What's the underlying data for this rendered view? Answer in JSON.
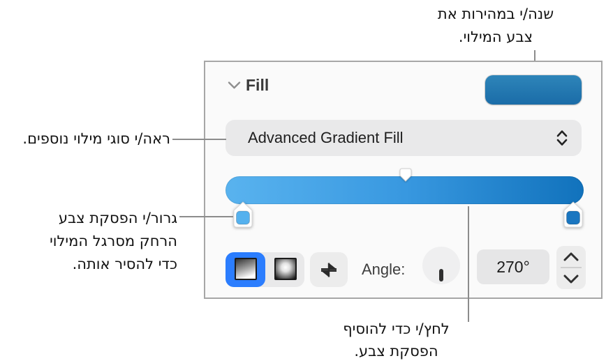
{
  "callouts": {
    "change_color": {
      "line1": "שנה/י במהירות את",
      "line2": "צבע המילוי."
    },
    "more_fill_types": {
      "text": "ראה/י סוגי מילוי נוספים."
    },
    "drag_stop": {
      "line1": "גרור/י הפסקת צבע",
      "line2": "הרחק מסרגל המילוי",
      "line3": "כדי להסיר אותה."
    },
    "add_stop": {
      "line1": "לחץ/י כדי להוסיף",
      "line2": "הפסקת צבע."
    }
  },
  "panel": {
    "header": {
      "title": "Fill"
    },
    "color_well": {
      "gradient_top": "#2e85b9",
      "gradient_bottom": "#1a6ca8"
    },
    "fill_type_popup": {
      "selected": "Advanced Gradient Fill"
    },
    "gradient_slider": {
      "bar_color_left": "#59b3ef",
      "bar_color_mid": "#3898e0",
      "bar_color_right": "#1172bc",
      "left_stop_color": "#55b1ee",
      "right_stop_color": "#1a76c0"
    },
    "controls": {
      "selected_style": "linear-gradient",
      "selection_accent": "#2b7dfe",
      "angle_label": "Angle:",
      "angle_value": "270°"
    }
  },
  "icons": {
    "disclosure": "chevron-down-icon",
    "popup": "up-down-chevrons-icon",
    "swap": "reverse-gradient-icon",
    "stepper_up": "chevron-up-icon",
    "stepper_down": "chevron-down-icon"
  }
}
